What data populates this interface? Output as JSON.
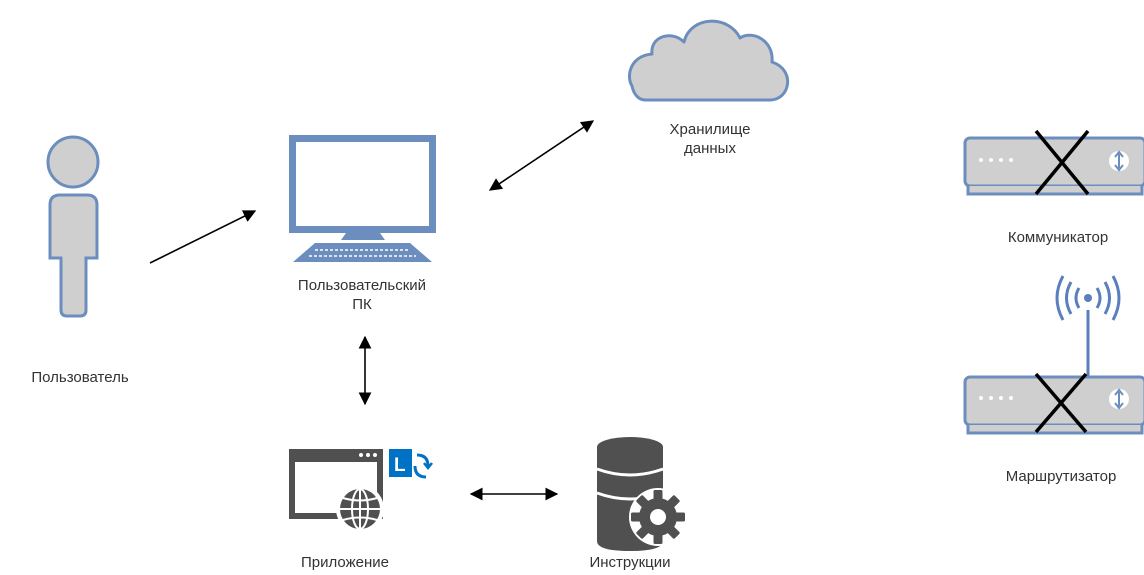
{
  "colors": {
    "fill_gray": "#cfcfcf",
    "outline_blue": "#6c8ebf",
    "icon_dark": "#505050",
    "arrow_black": "#000000",
    "sharepoint_blue": "#0072c6",
    "wifi_blue": "#5b7fbd"
  },
  "nodes": {
    "user": {
      "label": "Пользователь",
      "icon": "person-icon"
    },
    "pc": {
      "label_line1": "Пользовательский",
      "label_line2": "ПК",
      "icon": "monitor-keyboard-icon"
    },
    "storage": {
      "label_line1": "Хранилище",
      "label_line2": "данных",
      "icon": "cloud-icon"
    },
    "communicator": {
      "label": "Коммуникатор",
      "icon": "switch-device-icon",
      "crossed_out": true
    },
    "router": {
      "label": "Маршрутизатор",
      "icon": "wireless-router-icon",
      "crossed_out": true
    },
    "application": {
      "label": "Приложение",
      "icon": "browser-app-icon",
      "badge_letter": "L"
    },
    "instructions": {
      "label": "Инструкции",
      "icon": "database-gear-icon"
    }
  }
}
